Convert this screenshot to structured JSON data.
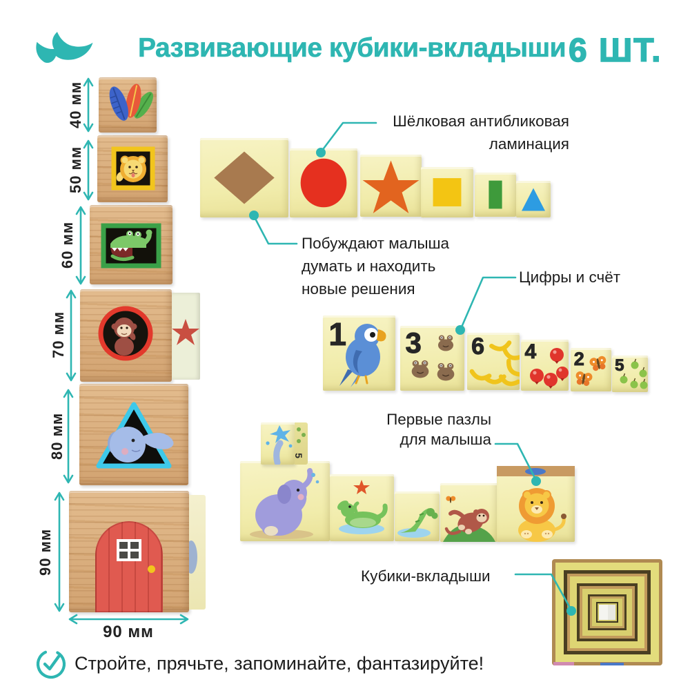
{
  "header": {
    "logo_icon": "bird-icon",
    "title": "Развивающие кубики-вкладыши",
    "count": "6 ШТ."
  },
  "colors": {
    "accent_teal": "#2eb6b2",
    "text_dark": "#1e1e1e",
    "cube_yellow": "#f2edad",
    "wood": "#d8ab77",
    "shape_brown": "#a87a4f",
    "shape_red": "#e5301f",
    "shape_orange": "#e2641f",
    "shape_yellow": "#f3c513",
    "shape_green": "#3e9a3b",
    "shape_blue": "#2d9ce2"
  },
  "tower": {
    "size_labels": [
      "40 мм",
      "50 мм",
      "60 мм",
      "70 мм",
      "80 мм",
      "90 мм"
    ],
    "width_label": "90 мм",
    "cubes": [
      "feathers",
      "lion",
      "crocodile",
      "monkey",
      "elephant",
      "door"
    ]
  },
  "callouts": {
    "lamination": "Шёлковая антибликовая\nламинация",
    "reasoning": "Побуждают малыша\nдумать и находить\nновые решения",
    "counting": "Цифры и счёт",
    "puzzles": "Первые пазлы\nдля малыша",
    "nesting": "Кубики-вкладыши"
  },
  "shapes_row": [
    {
      "shape": "diamond",
      "color": "#a87a4f"
    },
    {
      "shape": "circle",
      "color": "#e5301f"
    },
    {
      "shape": "star",
      "color": "#e2641f"
    },
    {
      "shape": "square",
      "color": "#f3c513"
    },
    {
      "shape": "rectangle",
      "color": "#3e9a3b"
    },
    {
      "shape": "triangle",
      "color": "#2d9ce2"
    }
  ],
  "counting_row": [
    {
      "number": "1",
      "objects": "parrot"
    },
    {
      "number": "3",
      "objects": "frogs"
    },
    {
      "number": "6",
      "objects": "bananas"
    },
    {
      "number": "4",
      "objects": "balloons"
    },
    {
      "number": "2",
      "objects": "butterflies"
    },
    {
      "number": "5",
      "objects": "pears"
    }
  ],
  "puzzle_row": {
    "cubes": [
      "elephant-splash",
      "elephant",
      "crocodile",
      "crocodile-tail",
      "monkey",
      "lion"
    ],
    "side_digit": "5"
  },
  "footer": {
    "check_icon": "check-circle-icon",
    "slogan": "Стройте, прячьте, запоминайте, фантазируйте!"
  }
}
